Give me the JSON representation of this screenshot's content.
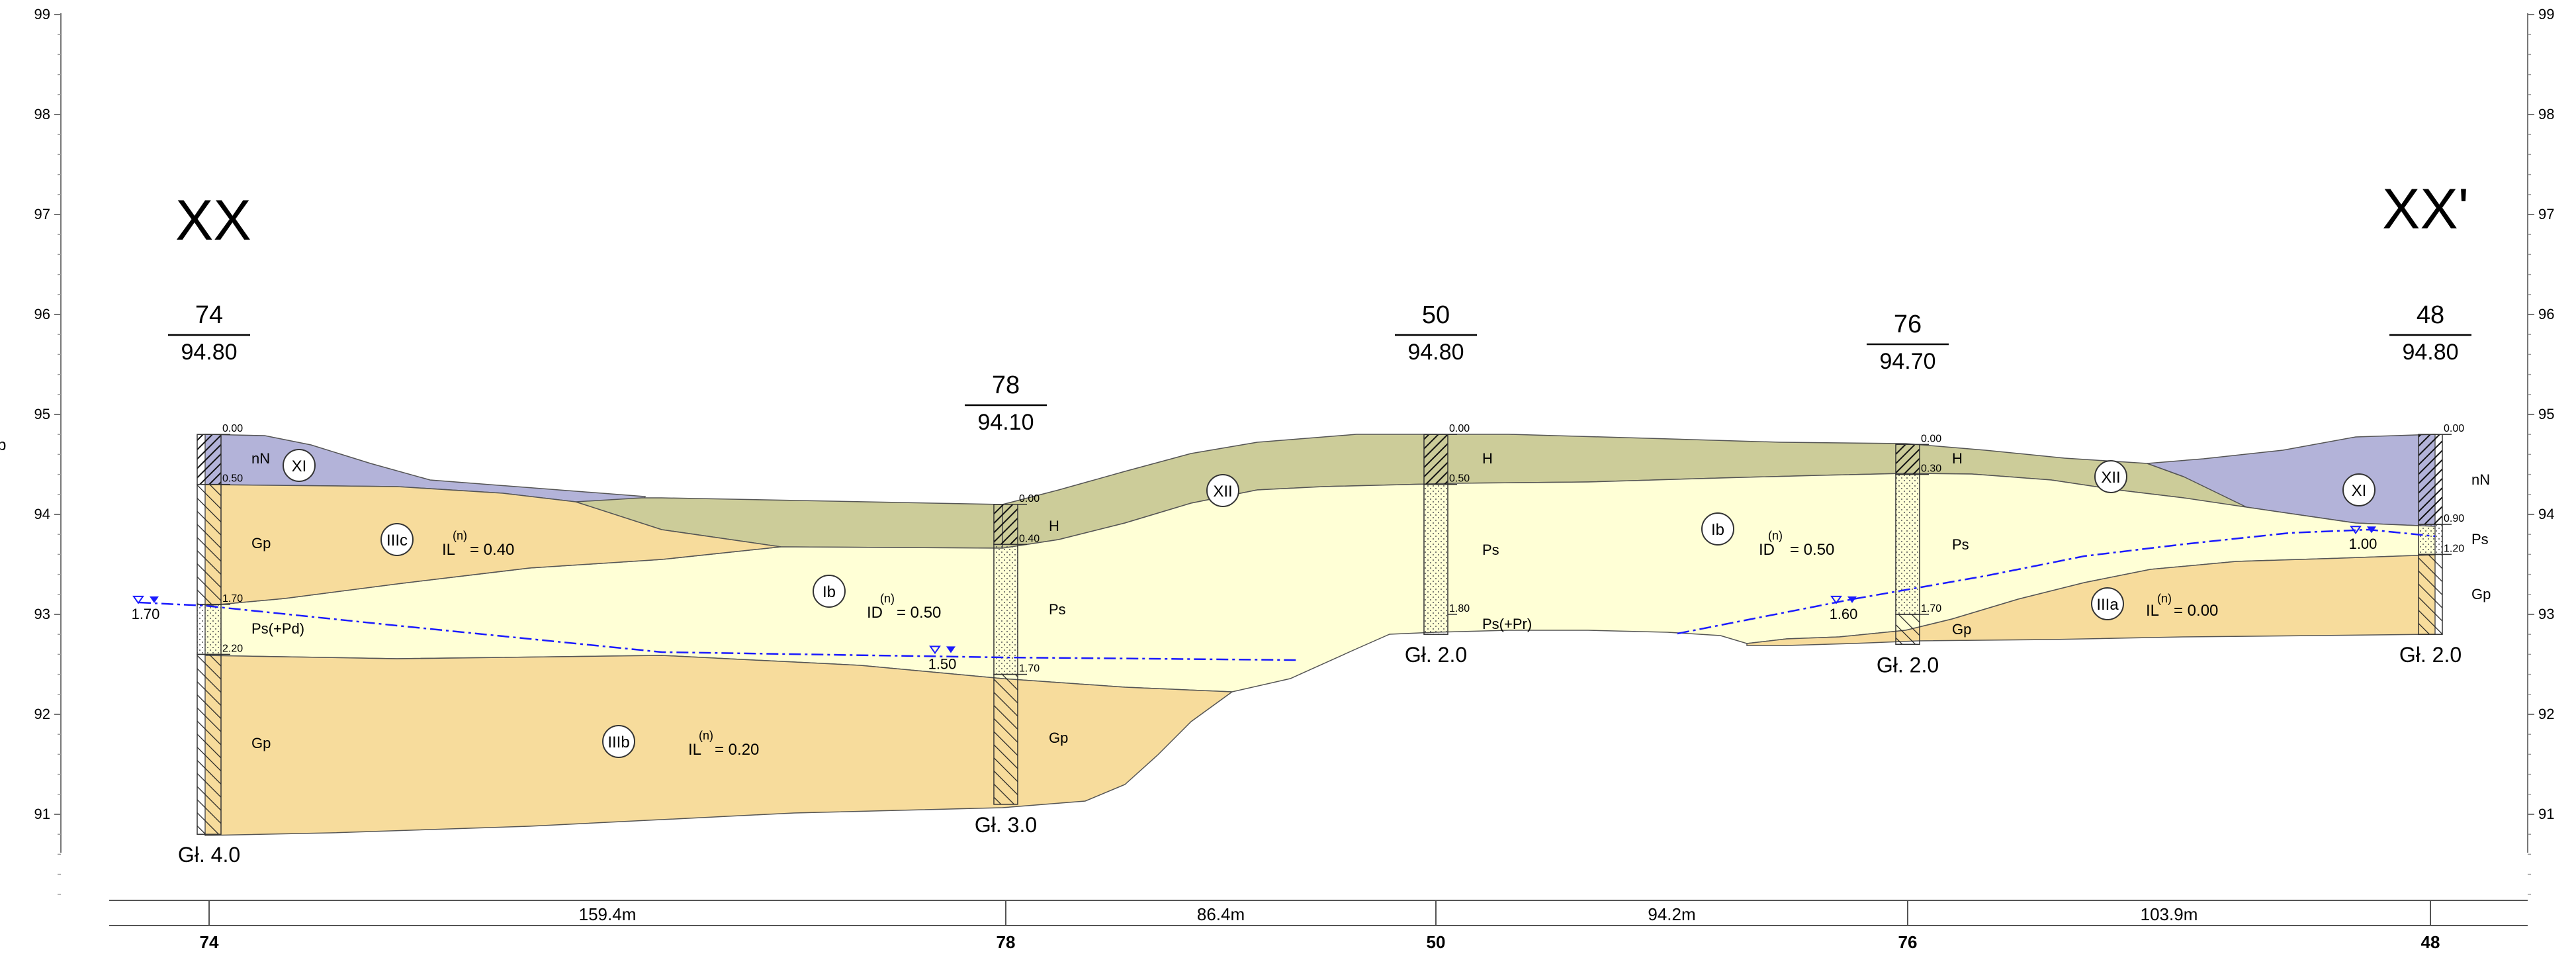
{
  "section": {
    "start_label": "XX",
    "end_label": "XX'",
    "y_axis_label": "p"
  },
  "elevation_axis": {
    "min": 90.5,
    "max": 99,
    "labels": [
      "99",
      "98",
      "97",
      "96",
      "95",
      "94",
      "93",
      "92",
      "91"
    ]
  },
  "boreholes": [
    {
      "id": "74",
      "elevation": "94.80",
      "depth_label": "Gł. 4.0",
      "layer_depths": [
        "0.00",
        "0.50",
        "1.70",
        "2.20"
      ],
      "water_depth": "1.70",
      "water_elev": 93.1
    },
    {
      "id": "78",
      "elevation": "94.10",
      "depth_label": "Gł. 3.0",
      "layer_depths": [
        "0.00",
        "0.40",
        "1.70"
      ],
      "water_depth": "1.50",
      "water_elev": 92.6
    },
    {
      "id": "50",
      "elevation": "94.80",
      "depth_label": "Gł. 2.0",
      "layer_depths": [
        "0.00",
        "0.50",
        "1.80"
      ],
      "water_depth": "",
      "water_elev": null
    },
    {
      "id": "76",
      "elevation": "94.70",
      "depth_label": "Gł. 2.0",
      "layer_depths": [
        "0.00",
        "0.30",
        "1.70"
      ],
      "water_depth": "1.60",
      "water_elev": 93.1
    },
    {
      "id": "48",
      "elevation": "94.80",
      "depth_label": "Gł. 2.0",
      "layer_depths": [
        "0.00",
        "0.90",
        "1.20"
      ],
      "water_depth": "1.00",
      "water_elev": 93.8
    }
  ],
  "distances": [
    "159.4m",
    "86.4m",
    "94.2m",
    "103.9m"
  ],
  "soil_labels": {
    "nN": "nN",
    "Gp": "Gp",
    "H": "H",
    "Ps": "Ps",
    "Ps_Pd": "Ps(+Pd)",
    "Ps_Pr": "Ps(+Pr)"
  },
  "geotechnical_layers": [
    {
      "id": "XI",
      "parameter": ""
    },
    {
      "id": "XII",
      "parameter": ""
    },
    {
      "id": "IIIc",
      "parameter": "IL(n) = 0.40"
    },
    {
      "id": "Ib",
      "parameter": "ID(n) = 0.50"
    },
    {
      "id": "IIIb",
      "parameter": "IL(n) = 0.20"
    },
    {
      "id": "IIIa",
      "parameter": "IL(n) = 0.00"
    }
  ],
  "parameters": {
    "IL_left": "IL",
    "ID": "ID",
    "superscript": "(n)",
    "IIIc_value": "= 0.40",
    "Ib_value": "= 0.50",
    "IIIb_value": "= 0.20",
    "IIIa_value": "= 0.00"
  },
  "colors": {
    "fill_nN": "#b3b3d9",
    "fill_H": "#cccc99",
    "fill_Ps": "#ffffd6",
    "fill_Gp": "#f7dc9c",
    "water_line": "#1a1aff",
    "outline": "#555555"
  }
}
